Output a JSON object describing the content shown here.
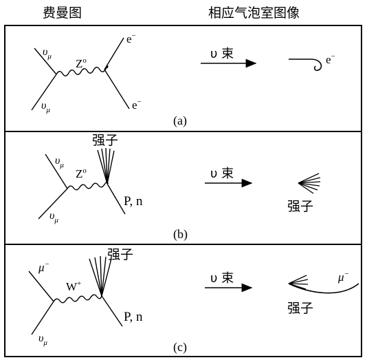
{
  "header": {
    "feynman": "费曼图",
    "bubble": "相应气泡室图像"
  },
  "panels": [
    {
      "caption": "(a)",
      "boson": "Z",
      "boson_sup": "o",
      "in_top": "υ",
      "in_bottom": "υ",
      "in_sub": "μ",
      "out_top": "e",
      "out_bottom": "e",
      "out_sup": "−",
      "beam": "υ 束",
      "track": "e",
      "track_sup": "−"
    },
    {
      "caption": "(b)",
      "boson": "Z",
      "boson_sup": "o",
      "in_top": "υ",
      "in_bottom": "υ",
      "in_sub": "μ",
      "hadrons": "强子",
      "nucleon": "P, n",
      "beam": "υ 束",
      "hadrons_image": "强子"
    },
    {
      "caption": "(c)",
      "boson": "W",
      "boson_sup": "+",
      "in_top": "μ",
      "in_top_sup": "−",
      "in_bottom": "υ",
      "in_sub": "μ",
      "hadrons": "强子",
      "nucleon": "P, n",
      "beam": "υ 束",
      "muon": "μ",
      "muon_sup": "−",
      "hadrons_image": "强子"
    }
  ]
}
